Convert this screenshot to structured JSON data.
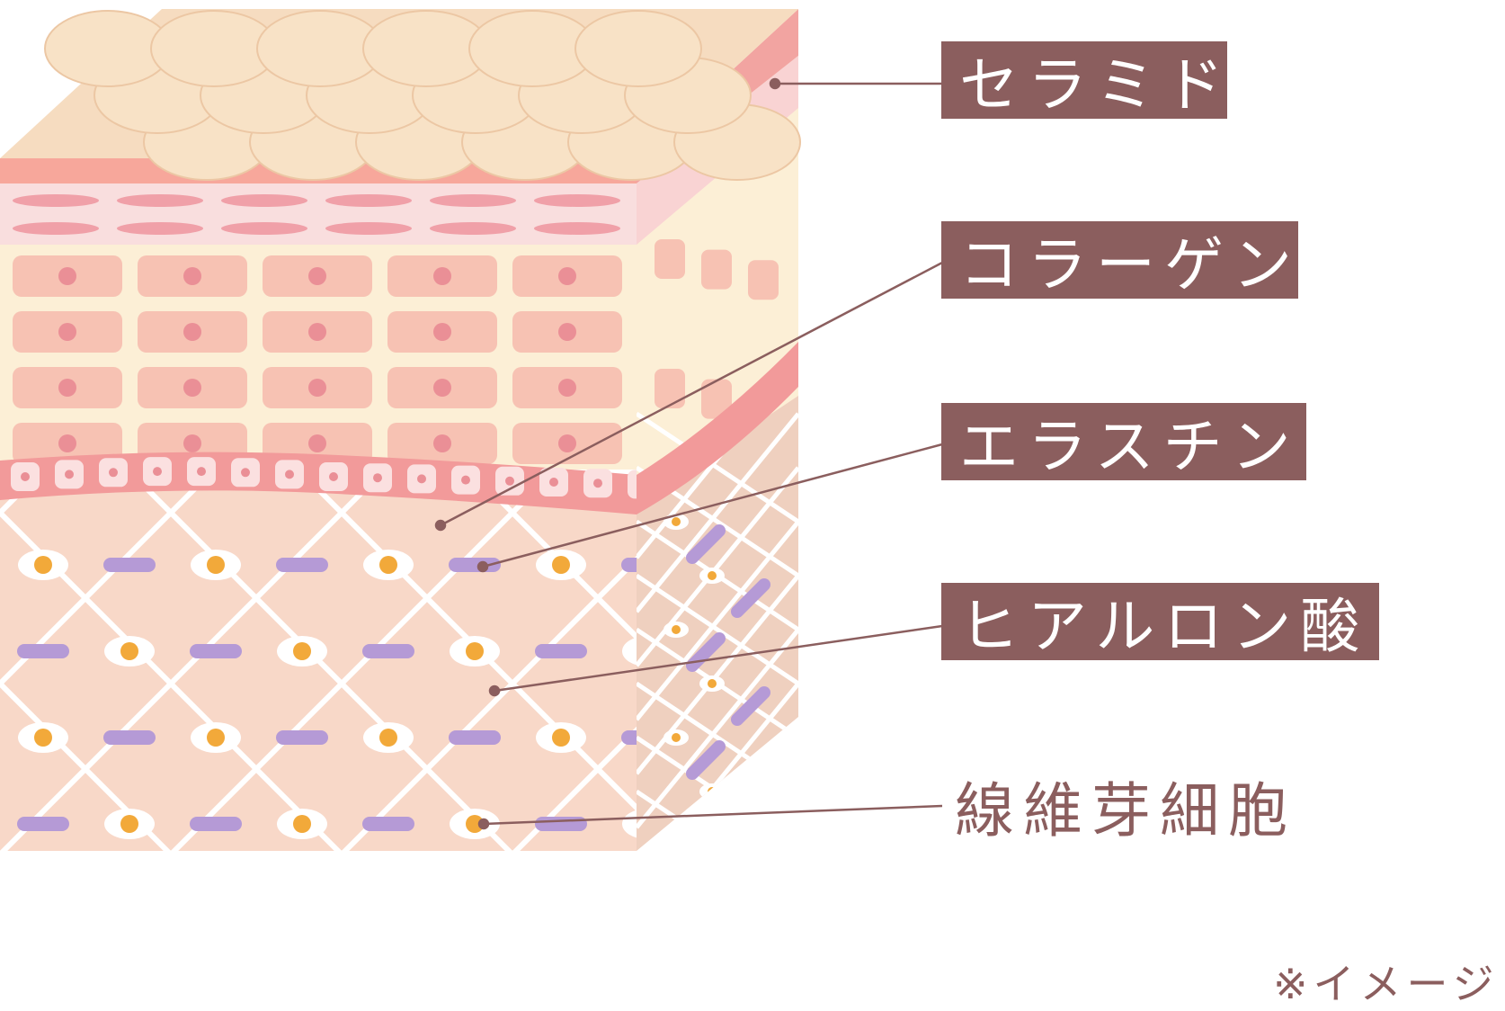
{
  "labels": {
    "ceramide": "セラミド",
    "collagen": "コラーゲン",
    "elastin": "エラスチン",
    "hyaluronic_acid": "ヒアルロン酸",
    "fibroblast": "線維芽細胞"
  },
  "note": "※イメージ",
  "colors": {
    "label_bg": "#8b5e5e",
    "label_text": "#ffffff",
    "leader_line": "#8b5e5e",
    "surface_bumps": "#f6dcc0",
    "horny_layer": "#f7a79b",
    "granular_layer": "#f9dede",
    "spinous_bg": "#fcefd6",
    "spinous_cell": "#f7c2b3",
    "basal_layer": "#f29a9a",
    "dermis_bg": "#f8d8c8",
    "dermis_side": "#efd0bf",
    "elastin": "#b59ad6",
    "hyaluronic_cell_nucleus": "#f2a93a"
  }
}
